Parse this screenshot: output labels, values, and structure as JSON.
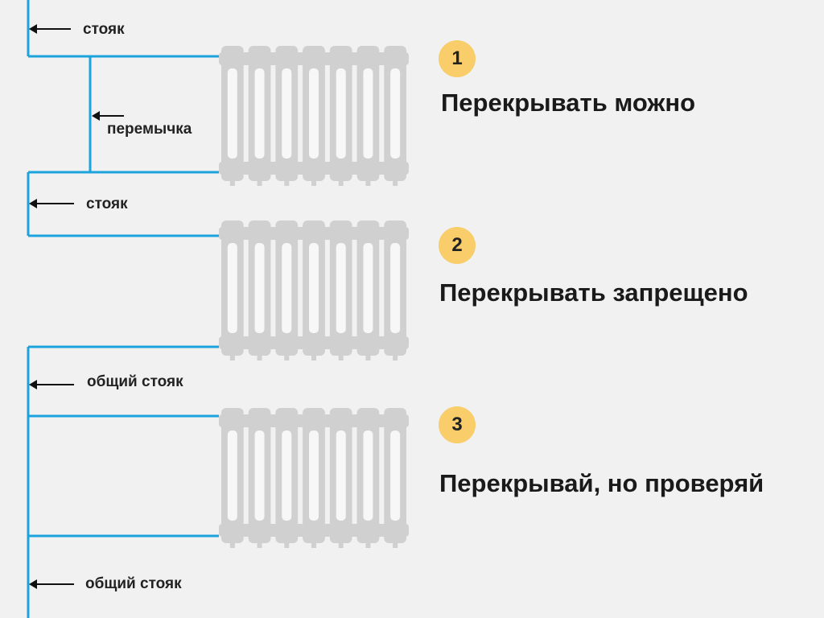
{
  "colors": {
    "pipe": "#1aa3dc",
    "radiator": "#d0d0d0",
    "radiator_slot": "#f7f7f7",
    "badge": "#f8cd6a",
    "background": "#f1f1f1"
  },
  "icons": {
    "arrow": "arrow-left-icon",
    "radiator": "radiator-icon"
  },
  "labels": {
    "riser_1": "стояк",
    "bypass": "перемычка",
    "riser_2": "стояк",
    "common_riser_1": "общий стояк",
    "common_riser_2": "общий стояк"
  },
  "cases": [
    {
      "number": "1",
      "text": "Перекрывать можно"
    },
    {
      "number": "2",
      "text": "Перекрывать запрещено"
    },
    {
      "number": "3",
      "text": "Перекрывай, но проверяй"
    }
  ]
}
